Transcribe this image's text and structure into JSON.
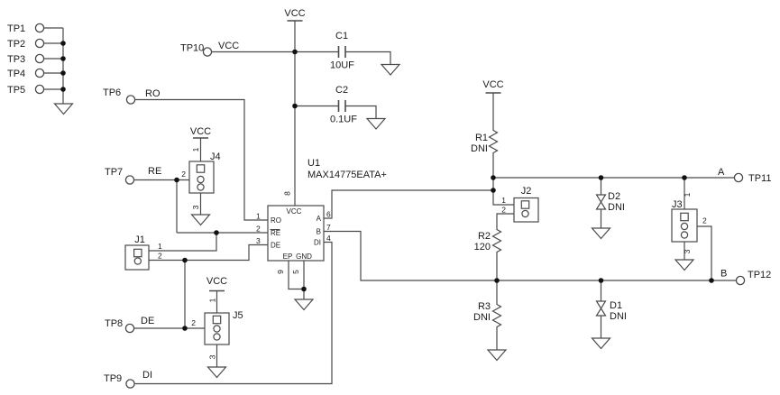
{
  "schematic": {
    "ic": {
      "ref": "U1",
      "part": "MAX14775EATA+",
      "pins": {
        "vcc": {
          "num": "8",
          "name": "VCC"
        },
        "ro": {
          "num": "1",
          "name": "RO"
        },
        "re": {
          "num": "2",
          "name": "RE"
        },
        "de": {
          "num": "3",
          "name": "DE"
        },
        "a": {
          "num": "6",
          "name": "A"
        },
        "b": {
          "num": "7",
          "name": "B"
        },
        "di": {
          "num": "4",
          "name": "DI"
        },
        "ep": {
          "num": "9",
          "name": "EP"
        },
        "gnd": {
          "num": "5",
          "name": "GND"
        }
      }
    },
    "nets": {
      "vcc": "VCC",
      "ro": "RO",
      "re": "RE",
      "de": "DE",
      "di": "DI",
      "a": "A",
      "b": "B"
    },
    "testpoints": {
      "tp1": "TP1",
      "tp2": "TP2",
      "tp3": "TP3",
      "tp4": "TP4",
      "tp5": "TP5",
      "tp6": "TP6",
      "tp7": "TP7",
      "tp8": "TP8",
      "tp9": "TP9",
      "tp10": "TP10",
      "tp11": "TP11",
      "tp12": "TP12"
    },
    "capacitors": {
      "c1": {
        "ref": "C1",
        "value": "10UF"
      },
      "c2": {
        "ref": "C2",
        "value": "0.1UF"
      }
    },
    "resistors": {
      "r1": {
        "ref": "R1",
        "value": "DNI"
      },
      "r2": {
        "ref": "R2",
        "value": "120"
      },
      "r3": {
        "ref": "R3",
        "value": "DNI"
      }
    },
    "diodes": {
      "d1": {
        "ref": "D1",
        "value": "DNI"
      },
      "d2": {
        "ref": "D2",
        "value": "DNI"
      }
    },
    "jumpers": {
      "j1": {
        "ref": "J1",
        "pin1": "1",
        "pin2": "2"
      },
      "j2": {
        "ref": "J2",
        "pin1": "1",
        "pin2": "2"
      },
      "j3": {
        "ref": "J3",
        "pin1": "1",
        "pin2": "2",
        "pin3": "3"
      },
      "j4": {
        "ref": "J4",
        "pin1": "1",
        "pin2": "2",
        "pin3": "3"
      },
      "j5": {
        "ref": "J5",
        "pin1": "1",
        "pin2": "2",
        "pin3": "3"
      }
    }
  }
}
